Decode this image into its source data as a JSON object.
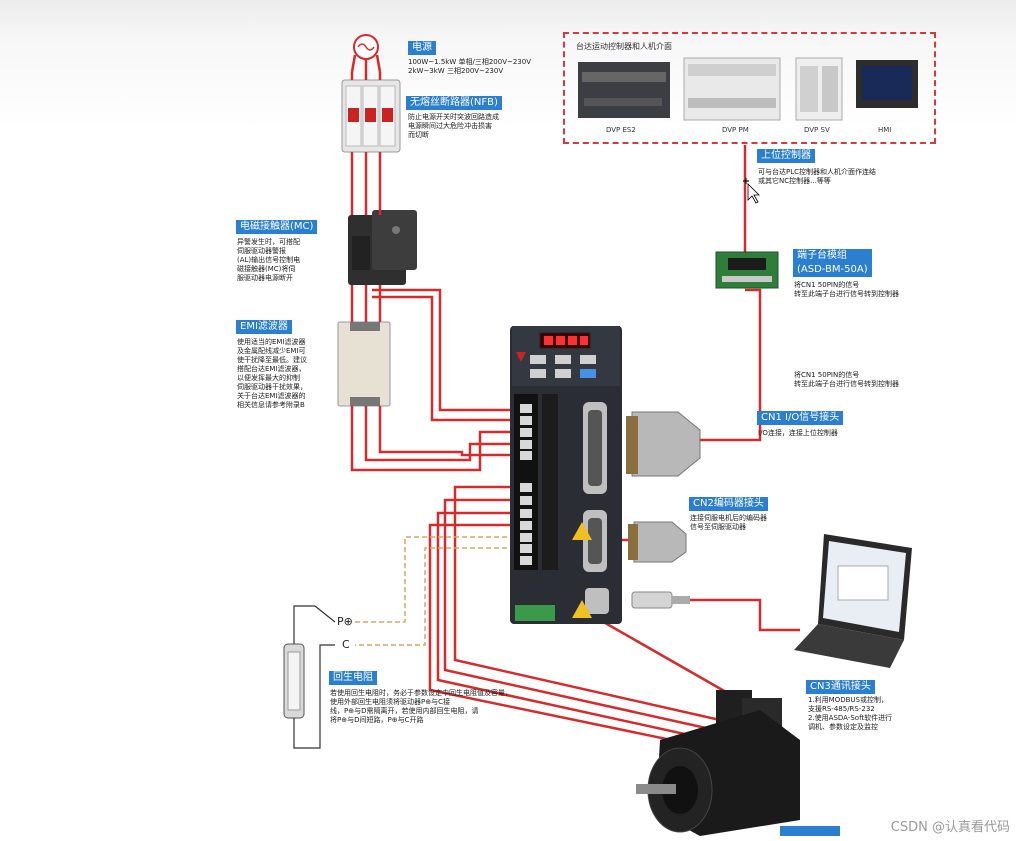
{
  "labels": {
    "power": {
      "tag": "电源",
      "note": "100W~1.5kW  单相/三相200V~230V\n2kW~3kW  三相200V~230V"
    },
    "nfb": {
      "tag": "无熔丝断路器(NFB)",
      "note": "防止电源开关时突波回路造成\n电源瞬间过大危险冲击损害\n而切断"
    },
    "mc": {
      "tag": "电磁接触器(MC)",
      "note": "异警发生时，可搭配\n伺服驱动器警报\n(AL)输出信号控制电\n磁接触器(MC)将伺\n服驱动器电源断开"
    },
    "emi": {
      "tag": "EMI滤波器",
      "note": "使用适当的EMI滤波器\n及金属配线减少EMI可\n使干扰降至最低。建议\n搭配台达EMI滤波器，\n以便发挥最大的抑制\n伺服驱动器干扰效果，\n关于台达EMI滤波器的\n相关信息请参考附录B"
    },
    "upper": {
      "tag": "上位控制器",
      "note": "可与台达PLC控制器和人机介面作连结\n或其它NC控制器...等等"
    },
    "terminal": {
      "tag": "端子台模组\n(ASD-BM-50A)",
      "note": "将CN1 50PIN的信号\n转至此端子台进行信号转到控制器"
    },
    "cn1_mid_note": "将CN1 50PIN的信号\n转至此端子台进行信号转到控制器",
    "cn1": {
      "tag": "CN1 I/O信号接头",
      "note": "I/O连接，连接上位控制器"
    },
    "cn2": {
      "tag": "CN2编码器接头",
      "note": "连接伺服电机后的编码器\n信号至伺服驱动器"
    },
    "cn3": {
      "tag": "CN3通讯接头",
      "note": "1.利用MODBUS或控制，\n  支援RS-485/RS-232\n2.使用ASDA-Soft软件进行\n  调机、参数设定及监控"
    },
    "regen": {
      "tag": "回生电阻",
      "note": "若使用回生电阻时，务必于参数设定中回生电阻值及容量，\n使用外部回生电阻须将驱动器P⊕与C接\n线，P⊕与D需隔离开，若使用内部回生电阻，请\n将P⊕与D间短路，P⊕与C开路"
    }
  },
  "terminals": {
    "p": "P⊕",
    "c": "C"
  },
  "plc_box": {
    "title": "台达运动控制器和人机介面",
    "devices": [
      "DVP ES2",
      "DVP PM",
      "DVP SV",
      "HMI"
    ]
  },
  "watermark": "CSDN @认真看代码",
  "colors": {
    "wire": "#d82a2a",
    "wire_dashed": "#e6a060",
    "tag": "#2a7fd1",
    "frame": "#d83a3a"
  }
}
